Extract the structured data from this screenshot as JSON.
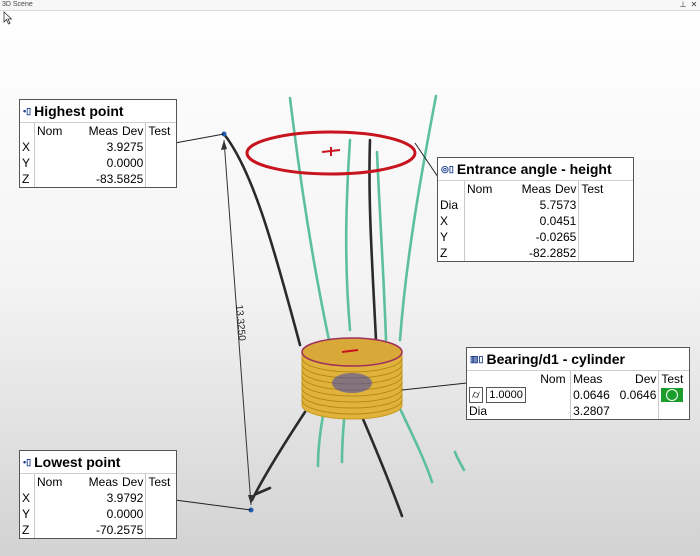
{
  "window": {
    "title": "3D Scene",
    "pin_glyph": "⊥",
    "close_glyph": "✕"
  },
  "scene": {
    "dimension_label": "13.3250"
  },
  "boxes": {
    "highest": {
      "title": "Highest point",
      "headers": [
        "Nom",
        "Meas",
        "Dev",
        "Test"
      ],
      "rows": [
        {
          "label": "X",
          "meas": "3.9275"
        },
        {
          "label": "Y",
          "meas": "0.0000"
        },
        {
          "label": "Z",
          "meas": "-83.5825"
        }
      ]
    },
    "lowest": {
      "title": "Lowest point",
      "headers": [
        "Nom",
        "Meas",
        "Dev",
        "Test"
      ],
      "rows": [
        {
          "label": "X",
          "meas": "3.9792"
        },
        {
          "label": "Y",
          "meas": "0.0000"
        },
        {
          "label": "Z",
          "meas": "-70.2575"
        }
      ]
    },
    "entrance": {
      "title": "Entrance angle - height",
      "headers": [
        "Nom",
        "Meas",
        "Dev",
        "Test"
      ],
      "rows": [
        {
          "label": "Dia",
          "meas": "5.7573"
        },
        {
          "label": "X",
          "meas": "0.0451"
        },
        {
          "label": "Y",
          "meas": "-0.0265"
        },
        {
          "label": "Z",
          "meas": "-82.2852"
        }
      ]
    },
    "bearing": {
      "title": "Bearing/d1 - cylinder",
      "headers": [
        "Nom",
        "Meas",
        "Dev",
        "Test"
      ],
      "row1": {
        "tol": "1.0000",
        "meas": "0.0646",
        "dev": "0.0646"
      },
      "row2": {
        "label": "Dia",
        "meas": "3.2807"
      }
    }
  },
  "colors": {
    "circle": "#c8141e",
    "curves_green": "#5cbf9f",
    "curves_dark": "#222222",
    "cylinder": "#e0b43c",
    "pass": "#1b9e2b"
  }
}
